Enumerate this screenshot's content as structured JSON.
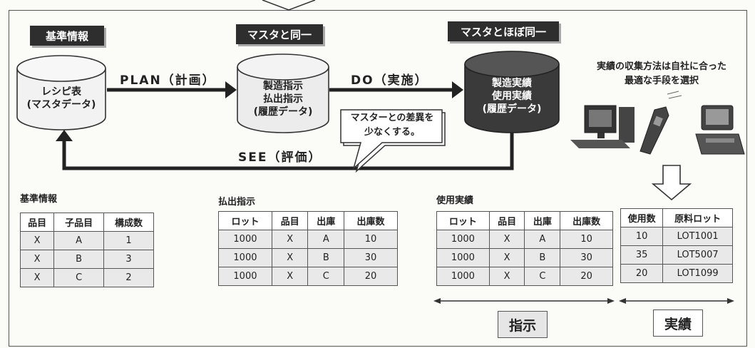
{
  "headers": {
    "base": "基準情報",
    "same_master": "マスタと同一",
    "almost_same_master": "マスタとほぼ同一"
  },
  "cylinders": {
    "recipe": "レシピ表\n(マスタデータ)",
    "instruction": "製造指示\n払出指示\n(履歴データ)",
    "actual": "製造実績\n使用実績\n(履歴データ)"
  },
  "flows": {
    "plan": "PLAN（計画）",
    "do": "DO（実施）",
    "see": "SEE（評価）"
  },
  "callout": "マスターとの差異を\n少なくする。",
  "collection_note": "実績の収集方法は自社に合った\n最適な手段を選択",
  "tables": {
    "base": {
      "title": "基準情報",
      "headers": [
        "品目",
        "子品目",
        "構成数"
      ],
      "rows": [
        [
          "X",
          "A",
          "1"
        ],
        [
          "X",
          "B",
          "3"
        ],
        [
          "X",
          "C",
          "2"
        ]
      ]
    },
    "issue": {
      "title": "払出指示",
      "headers": [
        "ロット",
        "品目",
        "出庫",
        "出庫数"
      ],
      "rows": [
        [
          "1000",
          "X",
          "A",
          "10"
        ],
        [
          "1000",
          "X",
          "B",
          "30"
        ],
        [
          "1000",
          "X",
          "C",
          "20"
        ]
      ]
    },
    "usage": {
      "title": "使用実績",
      "headers": [
        "ロット",
        "品目",
        "出庫",
        "出庫数"
      ],
      "rows": [
        [
          "1000",
          "X",
          "A",
          "10"
        ],
        [
          "1000",
          "X",
          "B",
          "30"
        ],
        [
          "1000",
          "X",
          "C",
          "20"
        ]
      ]
    },
    "result": {
      "headers": [
        "使用数",
        "原料ロット"
      ],
      "rows": [
        [
          "10",
          "LOT1001"
        ],
        [
          "35",
          "LOT5007"
        ],
        [
          "20",
          "LOT1099"
        ]
      ]
    }
  },
  "bottom_labels": {
    "instruction": "指示",
    "actual": "実績"
  },
  "icons": [
    "desktop-pc-icon",
    "handheld-scanner-icon",
    "pos-terminal-icon"
  ],
  "colors": {
    "dark": "#2e2e2e",
    "cell": "#e9e9e9"
  }
}
